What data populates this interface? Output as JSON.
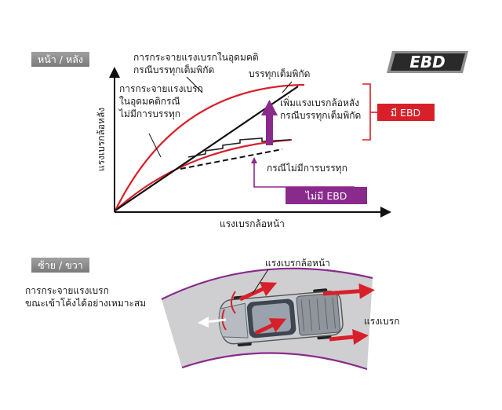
{
  "top_section": {
    "tag": "หน้า / หลัง",
    "badge": "EBD",
    "curve_ideal_loaded": [
      "การกระจายแรงเบรกในอุดมคติ",
      "กรณีบรรทุกเต็มพิกัด"
    ],
    "curve_ideal_unloaded": [
      "การกระจายแรงเบรก",
      "ในอุดมคติกรณี",
      "ไม่มีการบรรทุก"
    ],
    "full_load_label": "บรรทุกเต็มพิกัด",
    "increase_label": [
      "เพิ่มแรงเบรกล้อหลัง",
      "กรณีบรรทุกเต็มพิกัด"
    ],
    "with_ebd": "มี EBD",
    "no_load_label": "กรณีไม่มีการบรรทุก",
    "without_ebd": "ไม่มี EBD",
    "y_axis": "แรงเบรกล้อหลัง",
    "x_axis": "แรงเบรกล้อหน้า"
  },
  "bottom_section": {
    "tag": "ซ้าย / ขวา",
    "description": [
      "การกระจายแรงเบรก",
      "ขณะเข้าโค้งได้อย่างเหมาะสม"
    ],
    "front_label": "แรงเบรกล้อหน้า",
    "brake_label": "แรงเบรก"
  },
  "colors": {
    "red": "#d8202a",
    "purple": "#8a2a8c",
    "grey_tag": "#8a8a8a",
    "road": "#cfcfd2",
    "road_border": "#8a2a8c"
  }
}
